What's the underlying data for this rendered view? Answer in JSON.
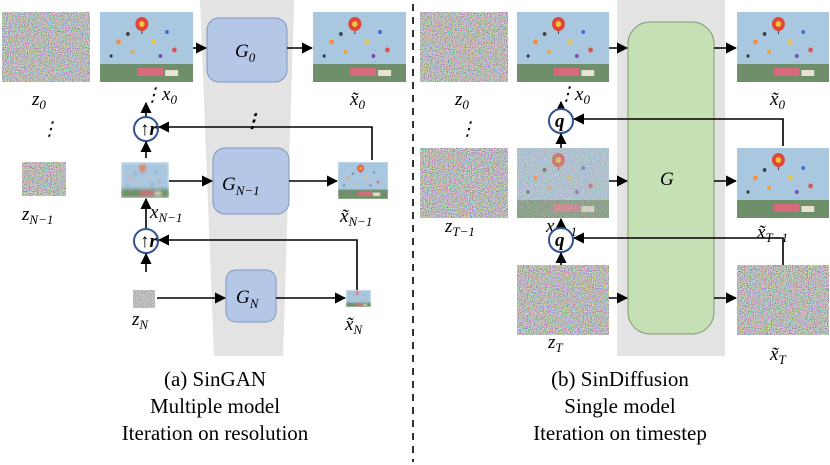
{
  "panel_a": {
    "noise": {
      "z0": {
        "base": "z",
        "sub": "0"
      },
      "zN1": {
        "base": "z",
        "sub": "N−1"
      },
      "zN": {
        "base": "z",
        "sub": "N"
      }
    },
    "inputs": {
      "x0": {
        "base": "x",
        "sub": "0"
      },
      "xN1": {
        "base": "x",
        "sub": "N−1"
      }
    },
    "outputs": {
      "x0": {
        "base": "x̃",
        "sub": "0"
      },
      "xN1": {
        "base": "x̃",
        "sub": "N−1"
      },
      "xN": {
        "base": "x̃",
        "sub": "N"
      }
    },
    "generators": {
      "g0": {
        "base": "G",
        "sub": "0"
      },
      "gN1": {
        "base": "G",
        "sub": "N−1"
      },
      "gN": {
        "base": "G",
        "sub": "N"
      }
    },
    "upsample_symbol": "↑r",
    "dots": "⋮",
    "caption": {
      "line1": "(a)  SinGAN",
      "line2": "Multiple model",
      "line3": "Iteration on resolution"
    }
  },
  "panel_b": {
    "noise": {
      "z0": {
        "base": "z",
        "sub": "0"
      },
      "zT1": {
        "base": "z",
        "sub": "T−1"
      },
      "zT": {
        "base": "z",
        "sub": "T"
      }
    },
    "inputs": {
      "x0": {
        "base": "x",
        "sub": "0"
      },
      "xT1": {
        "base": "x",
        "sub": "T−1"
      }
    },
    "outputs": {
      "x0": {
        "base": "x̃",
        "sub": "0"
      },
      "xT1": {
        "base": "x̃",
        "sub": "T−1"
      },
      "xT": {
        "base": "x̃",
        "sub": "T"
      }
    },
    "generator": "G",
    "q_symbol": "q",
    "dots": "⋮",
    "caption": {
      "line1": "(b) SinDiffusion",
      "line2": "Single model",
      "line3": "Iteration on timestep"
    }
  },
  "colors": {
    "generator_fill_a": "#b4c7e7",
    "generator_fill_b": "#c5e0b4",
    "column_bg": "#e3e3e3",
    "circle_stroke": "#2f5597",
    "sky": "#a9c8e0",
    "ground": "#6f8f6a"
  }
}
